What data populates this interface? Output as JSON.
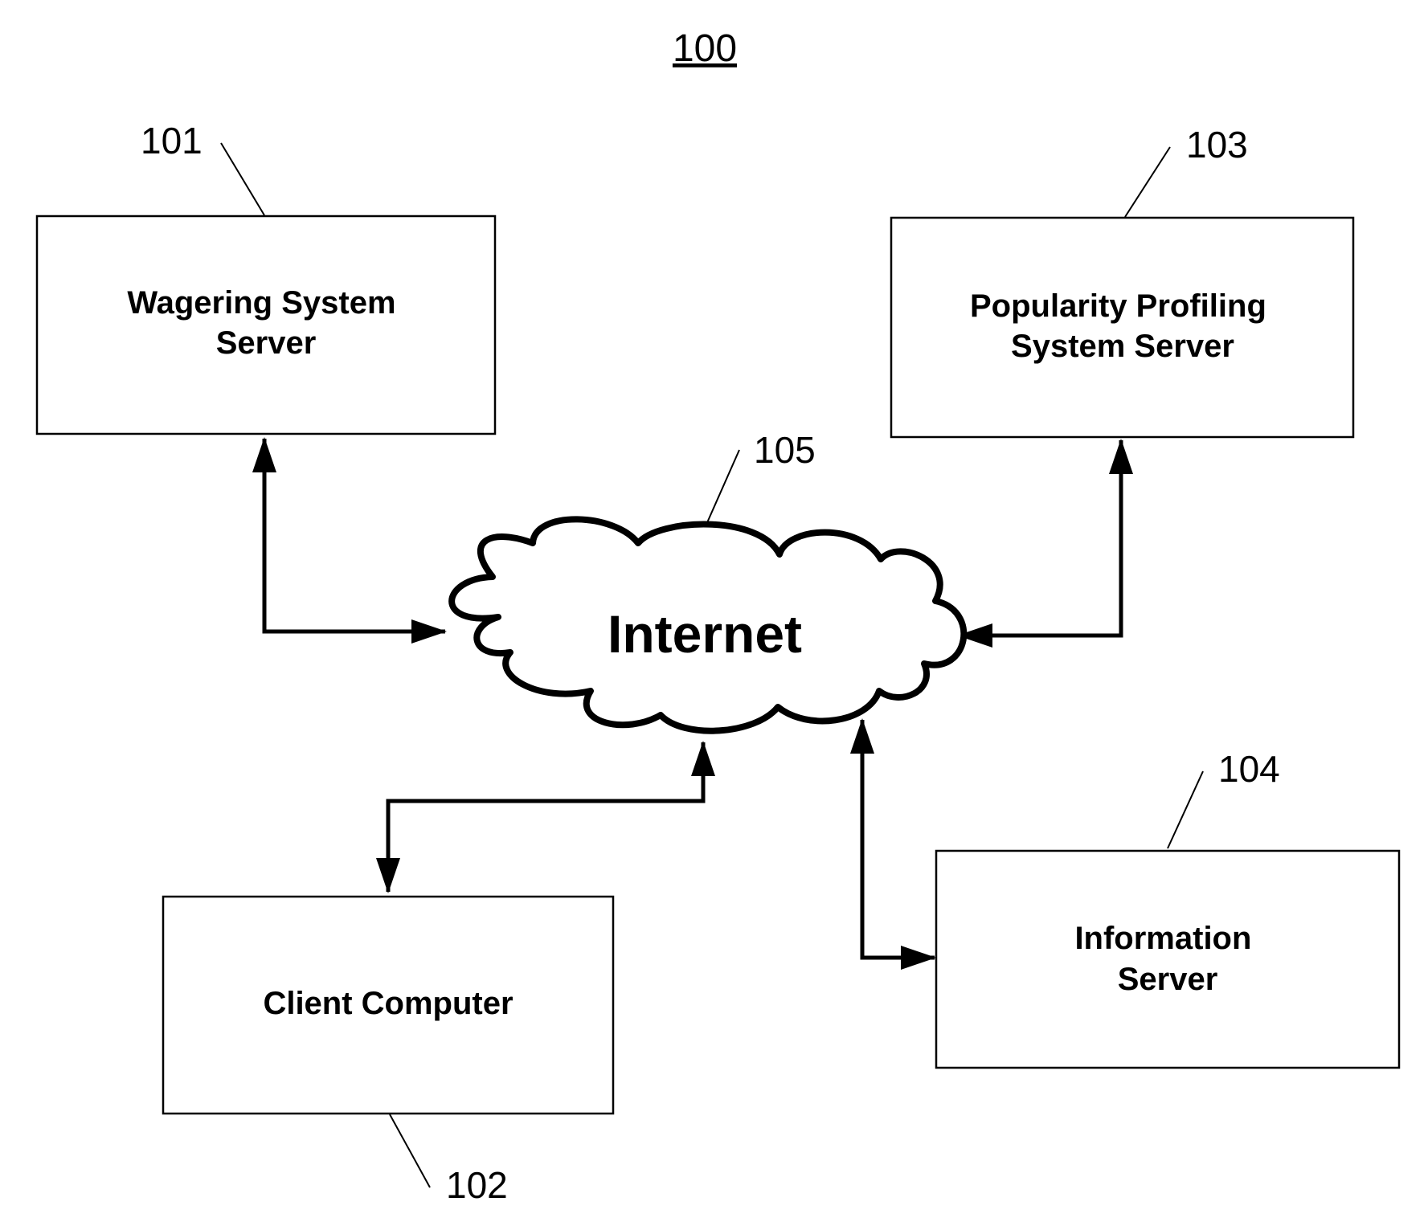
{
  "figure": {
    "number": "100"
  },
  "nodes": {
    "wagering_server": {
      "ref": "101",
      "label_lines": [
        "Wagering System",
        "Server"
      ]
    },
    "client_computer": {
      "ref": "102",
      "label_lines": [
        "Client Computer"
      ]
    },
    "popularity_server": {
      "ref": "103",
      "label_lines": [
        "Popularity Profiling",
        "System Server"
      ]
    },
    "information_server": {
      "ref": "104",
      "label_lines": [
        "Information",
        "Server"
      ]
    },
    "internet": {
      "ref": "105",
      "label": "Internet"
    }
  },
  "connections": [
    {
      "from": "wagering_server",
      "to": "internet",
      "arrows": "both"
    },
    {
      "from": "popularity_server",
      "to": "internet",
      "arrows": "both"
    },
    {
      "from": "client_computer",
      "to": "internet",
      "arrows": "both"
    },
    {
      "from": "information_server",
      "to": "internet",
      "arrows": "both"
    }
  ]
}
